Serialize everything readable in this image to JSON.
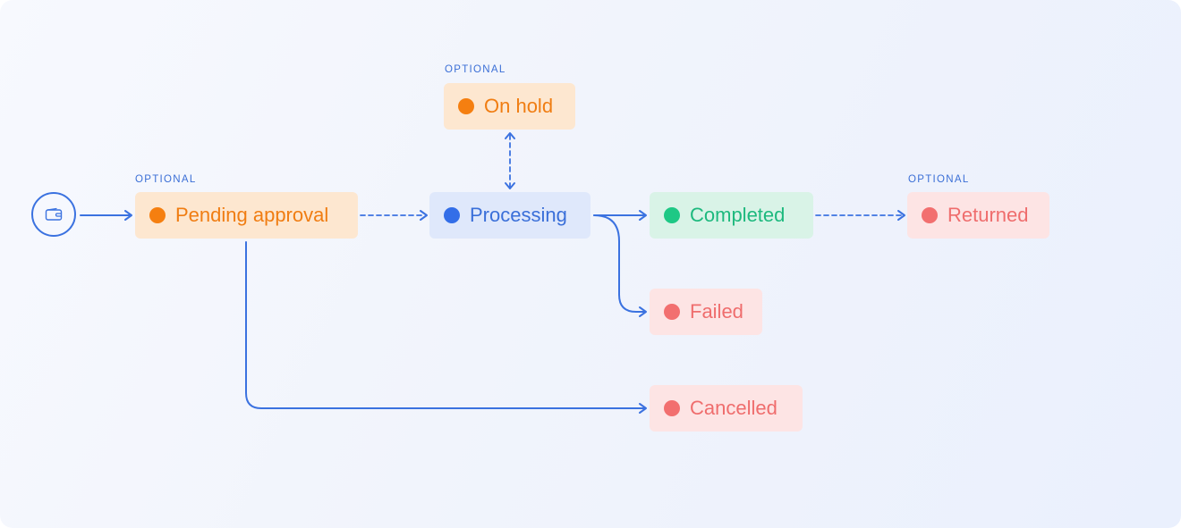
{
  "optional_label": "OPTIONAL",
  "start": {
    "icon": "wallet-icon"
  },
  "nodes": {
    "pending": {
      "label": "Pending approval",
      "optional": true,
      "bg": "#fde7d0",
      "text": "#f07d12",
      "dot": "#f57f10"
    },
    "processing": {
      "label": "Processing",
      "optional": false,
      "bg": "#dfe8fb",
      "text": "#3a6fd9",
      "dot": "#336ee8"
    },
    "onhold": {
      "label": "On hold",
      "optional": true,
      "bg": "#fde7d0",
      "text": "#f07d12",
      "dot": "#f57f10"
    },
    "completed": {
      "label": "Completed",
      "optional": false,
      "bg": "#d9f3e7",
      "text": "#1db97e",
      "dot": "#1ec885"
    },
    "returned": {
      "label": "Returned",
      "optional": true,
      "bg": "#fde4e4",
      "text": "#ef6d6d",
      "dot": "#f26f6f"
    },
    "failed": {
      "label": "Failed",
      "optional": false,
      "bg": "#fde4e4",
      "text": "#ef6d6d",
      "dot": "#f26f6f"
    },
    "cancelled": {
      "label": "Cancelled",
      "optional": false,
      "bg": "#fde4e4",
      "text": "#ef6d6d",
      "dot": "#f26f6f"
    }
  },
  "connections": [
    {
      "from": "start",
      "to": "pending",
      "style": "solid"
    },
    {
      "from": "pending",
      "to": "processing",
      "style": "dashed"
    },
    {
      "from": "processing",
      "to": "onhold",
      "style": "dashed",
      "bidirectional": true
    },
    {
      "from": "processing",
      "to": "completed",
      "style": "solid"
    },
    {
      "from": "processing",
      "to": "failed",
      "style": "solid"
    },
    {
      "from": "completed",
      "to": "returned",
      "style": "dashed"
    },
    {
      "from": "pending",
      "to": "cancelled",
      "style": "solid"
    }
  ]
}
